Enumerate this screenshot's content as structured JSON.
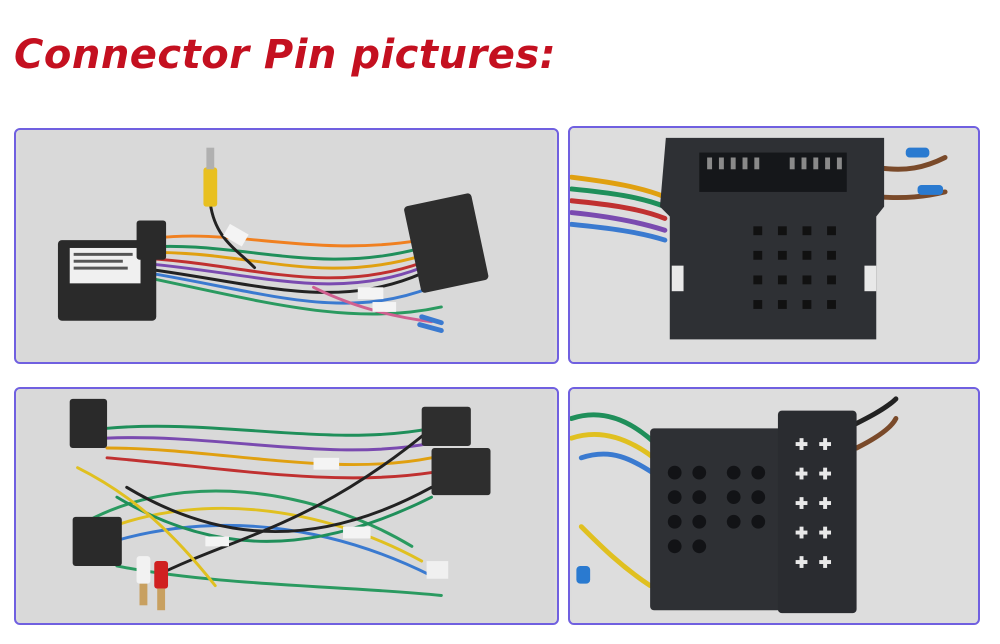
{
  "page": {
    "title": "Connector Pin pictures:",
    "accent_color": "#c41020",
    "frame_color": "#7060e0"
  },
  "photos": [
    {
      "subject": "harness-with-canbus-box-and-rca"
    },
    {
      "subject": "main-connector-front-view"
    },
    {
      "subject": "full-harness-with-rca-plugs"
    },
    {
      "subject": "iso-connector-front-view"
    }
  ]
}
